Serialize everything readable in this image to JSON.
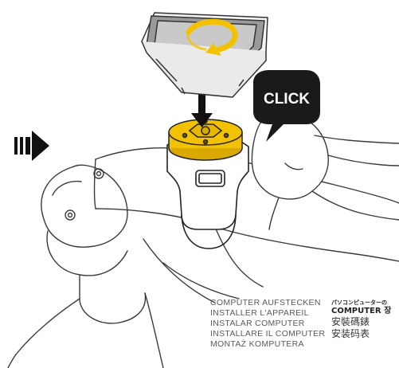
{
  "callout": {
    "text": "CLICK"
  },
  "captions": {
    "left": [
      "COMPUTER AUFSTECKEN",
      "INSTALLER L'APPAREIL",
      "INSTALAR COMPUTER",
      "INSTALLARE IL COMPUTER",
      "MONTAŻ KOMPUTERA"
    ],
    "right": [
      "パソコンピューターの",
      "COMPUTER 장",
      "安裝碼錶",
      "安装码表"
    ]
  },
  "colors": {
    "mount_yellow": "#f2c200",
    "mount_dark": "#d9a900",
    "line": "#333333",
    "callout_bg": "#1a1a1a"
  },
  "icons": [
    "next-step-arrow-icon",
    "rotate-arrow-icon",
    "down-arrow-icon"
  ]
}
